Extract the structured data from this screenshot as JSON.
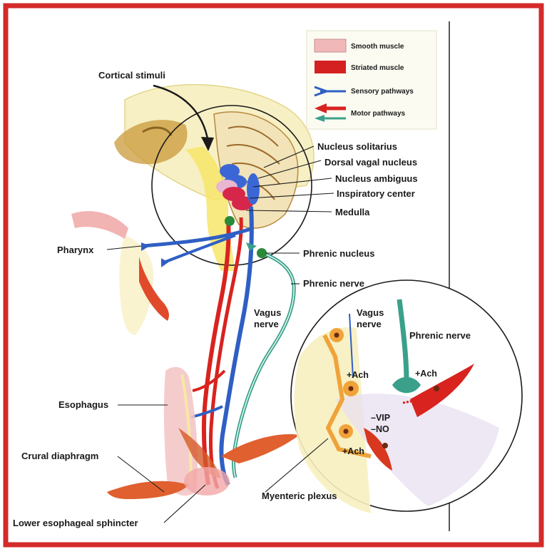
{
  "labels": {
    "cortical_stimuli": "Cortical stimuli",
    "nucleus_solitarius": "Nucleus solitarius",
    "dorsal_vagal_nucleus": "Dorsal vagal nucleus",
    "nucleus_ambiguus": "Nucleus ambiguus",
    "inspiratory_center": "Inspiratory center",
    "medulla": "Medulla",
    "pharynx": "Pharynx",
    "phrenic_nucleus": "Phrenic nucleus",
    "phrenic_nerve": "Phrenic nerve",
    "vagus_nerve_1": "Vagus",
    "vagus_nerve_2": "nerve",
    "esophagus": "Esophagus",
    "crural_diaphragm": "Crural diaphragm",
    "les": "Lower esophageal sphincter",
    "myenteric_plexus": "Myenteric plexus"
  },
  "inset": {
    "vagus_1": "Vagus",
    "vagus_2": "nerve",
    "phrenic_nerve": "Phrenic nerve",
    "ach_1": "+Ach",
    "ach_2": "+Ach",
    "ach_3": "+Ach",
    "vip": "–VIP",
    "no": "–NO"
  },
  "legend": {
    "smooth_muscle": "Smooth muscle",
    "striated_muscle": "Striated muscle",
    "sensory_pathways": "Sensory pathways",
    "motor_pathways": "Motor pathways"
  },
  "colors": {
    "frame": "#d42a2a",
    "sensory": "#2f5fc4",
    "motor_red": "#d8231f",
    "motor_green": "#3aa08a",
    "brain": "#f6efb8",
    "smooth_muscle": "#f0b8b8",
    "striated_muscle": "#d42020"
  }
}
